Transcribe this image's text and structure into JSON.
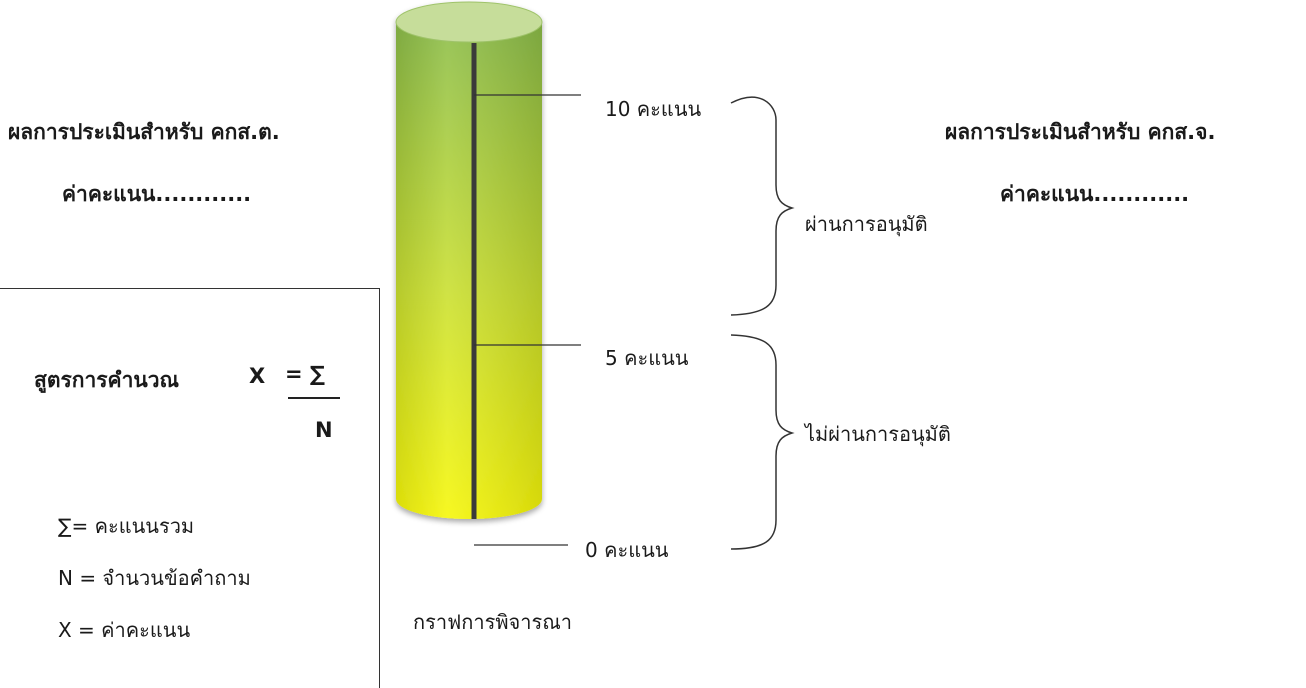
{
  "left_panel": {
    "title": "ผลการประเมินสำหรับ คกส.ต.",
    "score_label": "ค่าคะแนน............"
  },
  "right_panel": {
    "title": "ผลการประเมินสำหรับ คกส.จ.",
    "score_label": "ค่าคะแนน............"
  },
  "formula": {
    "label": "สูตรการคำนวณ",
    "lhs": "X",
    "eq": "= ∑",
    "denominator": "N",
    "definitions": [
      "∑= คะแนนรวม",
      "N = จำนวนข้อคำถาม",
      "X = ค่าคะแนน"
    ]
  },
  "gauge": {
    "ticks": [
      {
        "value": 10,
        "label": "10 คะแนน"
      },
      {
        "value": 5,
        "label": "5 คะแนน"
      },
      {
        "value": 0,
        "label": "0 คะแนน"
      }
    ],
    "ranges": {
      "pass": "ผ่านการอนุมัติ",
      "fail": "ไม่ผ่านการอนุมัติ"
    },
    "caption": "กราฟการพิจารณา",
    "colors": {
      "top": "#8cbd4a",
      "bottom": "#f6f70a",
      "lid": "#c6dd9a"
    }
  }
}
